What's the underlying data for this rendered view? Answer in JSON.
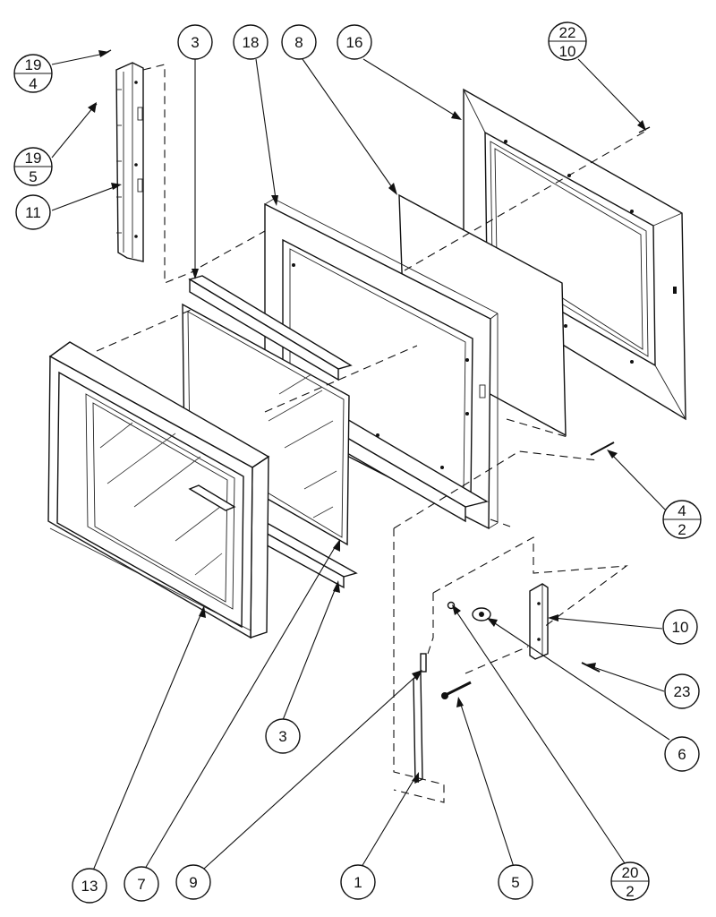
{
  "callouts": {
    "c19_4": {
      "num": "19",
      "den": "4"
    },
    "c19_5": {
      "num": "19",
      "den": "5"
    },
    "c11": "11",
    "c3_top": "3",
    "c18": "18",
    "c8": "8",
    "c16": "16",
    "c22_10": {
      "num": "22",
      "den": "10"
    },
    "c4_2": {
      "num": "4",
      "den": "2"
    },
    "c10": "10",
    "c23": "23",
    "c6": "6",
    "c3_bottom": "3",
    "c13": "13",
    "c7": "7",
    "c9": "9",
    "c1": "1",
    "c5": "5",
    "c20_2": {
      "num": "20",
      "den": "2"
    }
  },
  "colors": {
    "ink": "#111111",
    "paper": "#ffffff"
  }
}
